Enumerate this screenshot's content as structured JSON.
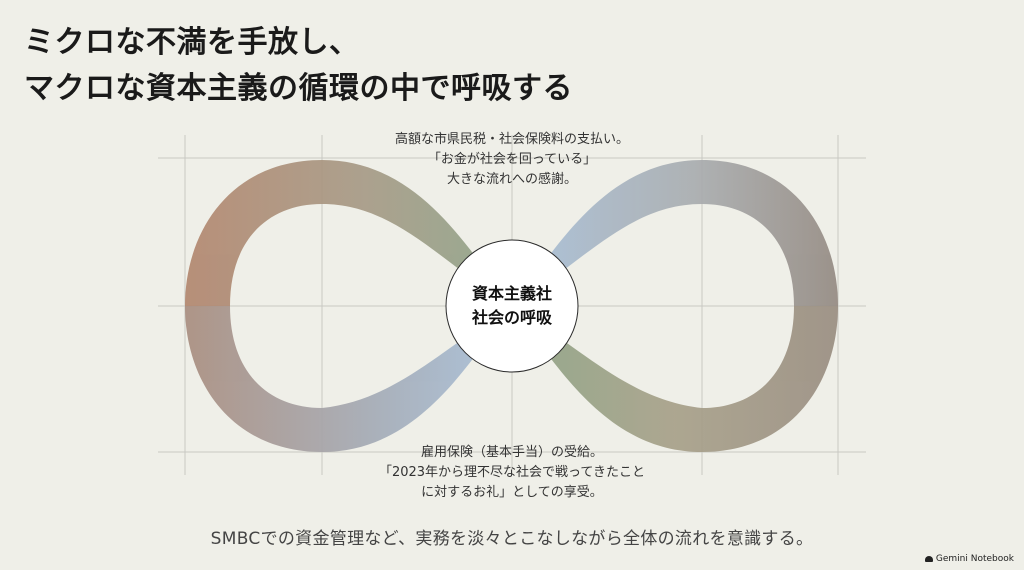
{
  "title": {
    "line1": "ミクロな不満を手放し、",
    "line2": "マクロな資本主義の循環の中で呼吸する"
  },
  "diagram": {
    "center": {
      "line1": "資本主義社",
      "line2": "社会の呼吸"
    },
    "top_note": {
      "line1": "高額な市県民税・社会保険料の支払い。",
      "line2": "「お金が社会を回っている」",
      "line3": "大きな流れへの感謝。"
    },
    "bottom_note": {
      "line1": "雇用保険（基本手当）の受給。",
      "line2": "「2023年から理不尽な社会で戦ってきたこと",
      "line3": "に対するお礼」としての享受。"
    },
    "colors": {
      "left_loop_outer": "#b08a78",
      "left_loop_inner": "#9aa790",
      "right_loop_top": "#a9bccf",
      "right_loop_outer": "#9a8f86",
      "accent_blue": "#a8c0d8",
      "accent_green": "#92a88a"
    }
  },
  "footer": {
    "text": "SMBCでの資金管理など、実務を淡々とこなしながら全体の流れを意識する。"
  },
  "brand": {
    "label": "Gemini Notebook",
    "icon": "notebook-icon"
  }
}
